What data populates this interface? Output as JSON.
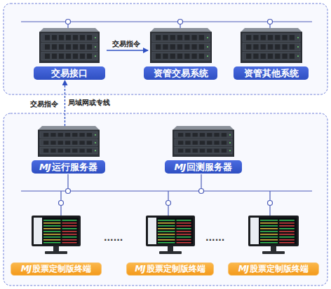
{
  "diagram": {
    "nodes": [
      {
        "text": [
          "交易接口"
        ]
      },
      {
        "text": [
          "资管交易系统"
        ]
      },
      {
        "text": [
          "资管其他系统"
        ]
      },
      {
        "text": [
          "MJ",
          "运行服务器"
        ]
      },
      {
        "text": [
          "MJ",
          "回测服务器"
        ]
      },
      {
        "text": [
          "MJ",
          "股票定制版终端"
        ]
      },
      {
        "text": [
          "MJ",
          "股票定制版终端"
        ]
      },
      {
        "text": [
          "MJ",
          "股票定制版终端"
        ]
      }
    ],
    "edges": [
      {
        "from": 0,
        "to": 1,
        "arrow": "to",
        "label": "交易指令"
      },
      {
        "from": 3,
        "to": 0,
        "arrow": "to",
        "label": "交易指令"
      }
    ],
    "labels": [
      "局域网或专线",
      "......",
      "......"
    ]
  }
}
